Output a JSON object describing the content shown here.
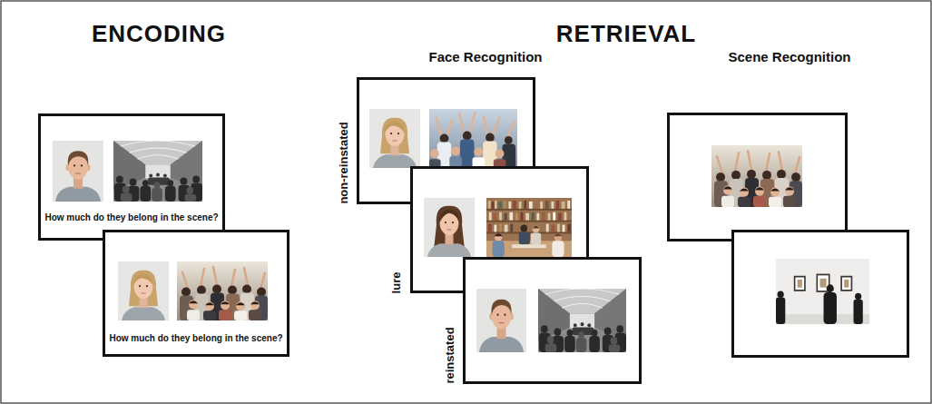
{
  "diagram": {
    "nodes": [
      {
        "text": [
          "How much do they belong in the scene?"
        ]
      },
      {
        "text": [
          "How much do they belong in the scene?"
        ]
      },
      {
        "text": [
          "non-reinstated"
        ]
      },
      {
        "text": [
          "lure"
        ]
      },
      {
        "text": [
          "reinstated"
        ]
      }
    ],
    "labels": [
      "ENCODING",
      "RETRIEVAL",
      "Face Recognition",
      "Scene Recognition"
    ]
  }
}
